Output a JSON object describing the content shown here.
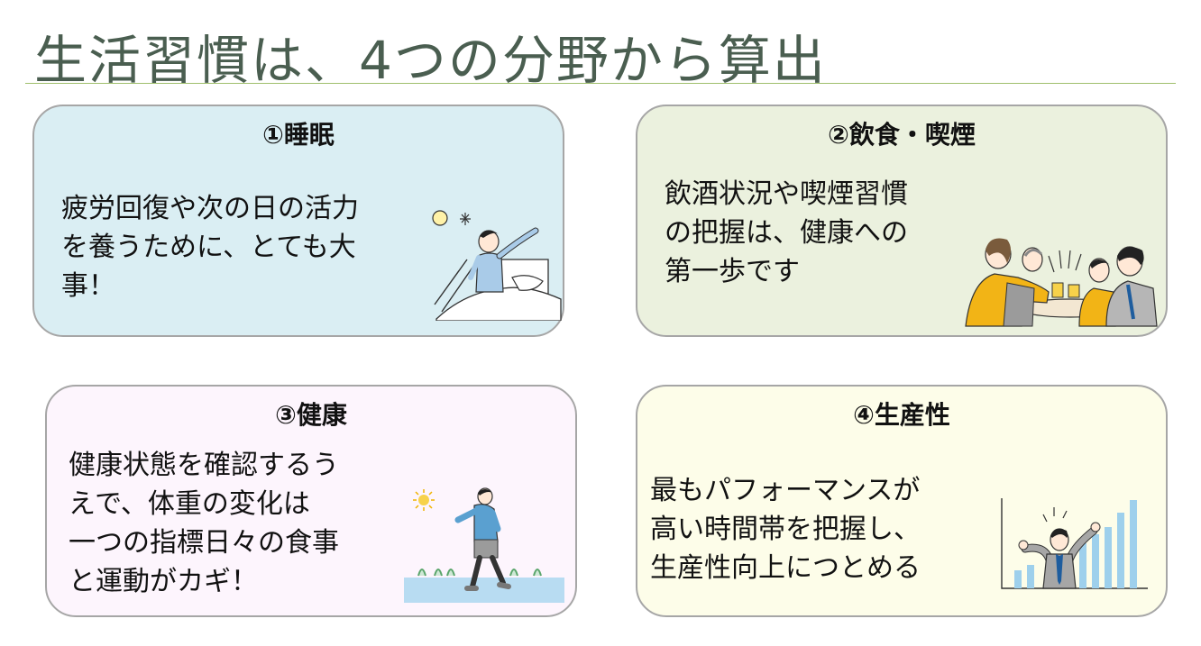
{
  "title": "生活習慣は、4つの分野から算出",
  "cards": [
    {
      "heading": "①睡眠",
      "text": "疲労回復や次の日の活力\nを養うために、とても大\n事！",
      "illustration": "waking-up-icon"
    },
    {
      "heading": "②飲食・喫煙",
      "text": "飲酒状況や喫煙習慣\nの把握は、健康への\n第一歩です",
      "illustration": "toast-party-icon"
    },
    {
      "heading": "③健康",
      "text": "健康状態を確認するう\nえで、体重の変化は\n一つの指標日々の食事\nと運動がカギ！",
      "illustration": "walking-person-icon"
    },
    {
      "heading": "④生産性",
      "text": "最もパフォーマンスが\n高い時間帯を把握し、\n生産性向上につとめる",
      "illustration": "success-chart-icon"
    }
  ],
  "colors": {
    "title": "#4a5e50",
    "rule": "#9fbf6c",
    "sleep_bg": "#daeef3",
    "diet_bg": "#ebf1de",
    "health_bg": "#fdf5fd",
    "productivity_bg": "#fdfde9"
  }
}
